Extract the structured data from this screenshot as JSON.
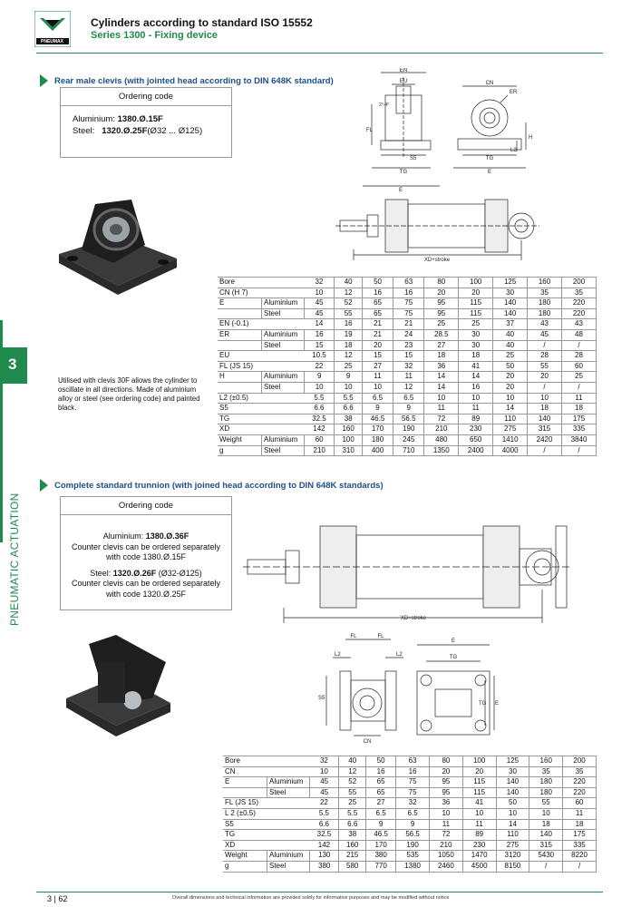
{
  "header": {
    "title": "Cylinders according to standard ISO 15552",
    "subtitle": "Series 1300 - Fixing device",
    "logo_text": "PNEUMAX"
  },
  "sidebar": {
    "chapter": "3",
    "label": "PNEUMATIC ACTUATION"
  },
  "section1": {
    "title": "Rear male clevis (with jointed head according to DIN 648K standard)",
    "ordering_label": "Ordering code",
    "alu_label": "Aluminium:",
    "alu_code": "1380.Ø.15F",
    "steel_label": "Steel:",
    "steel_code": "1320.Ø.25F",
    "steel_range": "(Ø32 ... Ø125)",
    "note": "Utilised with clevis 30F allows the cylinder to oscillate in all directions. Made of aluminium alloy or steel (see ordering code) and painted black.",
    "drawing_labels": {
      "en": "EN",
      "eu": "EU",
      "cn": "CN",
      "er": "ER",
      "fl": "FL",
      "h": "H",
      "l2": "L2",
      "s5": "S5",
      "tg": "TG",
      "e": "E",
      "xd": "XD+stroke",
      "angle": "2°-4°"
    },
    "table": [
      {
        "label": "Bore",
        "sub": "",
        "values": [
          "32",
          "40",
          "50",
          "63",
          "80",
          "100",
          "125",
          "160",
          "200"
        ]
      },
      {
        "label": "CN (H 7)",
        "sub": "",
        "values": [
          "10",
          "12",
          "16",
          "16",
          "20",
          "20",
          "30",
          "35",
          "35"
        ]
      },
      {
        "label": "E",
        "sub": "Aluminium",
        "values": [
          "45",
          "52",
          "65",
          "75",
          "95",
          "115",
          "140",
          "180",
          "220"
        ]
      },
      {
        "label": "",
        "sub": "Steel",
        "values": [
          "45",
          "55",
          "65",
          "75",
          "95",
          "115",
          "140",
          "180",
          "220"
        ]
      },
      {
        "label": "EN (-0.1)",
        "sub": "",
        "values": [
          "14",
          "16",
          "21",
          "21",
          "25",
          "25",
          "37",
          "43",
          "43"
        ]
      },
      {
        "label": "ER",
        "sub": "Aluminium",
        "values": [
          "16",
          "19",
          "21",
          "24",
          "28.5",
          "30",
          "40",
          "45",
          "48"
        ]
      },
      {
        "label": "",
        "sub": "Steel",
        "values": [
          "15",
          "18",
          "20",
          "23",
          "27",
          "30",
          "40",
          "/",
          "/"
        ]
      },
      {
        "label": "EU",
        "sub": "",
        "values": [
          "10.5",
          "12",
          "15",
          "15",
          "18",
          "18",
          "25",
          "28",
          "28"
        ]
      },
      {
        "label": "FL (JS 15)",
        "sub": "",
        "values": [
          "22",
          "25",
          "27",
          "32",
          "36",
          "41",
          "50",
          "55",
          "60"
        ]
      },
      {
        "label": "H",
        "sub": "Aluminium",
        "values": [
          "9",
          "9",
          "11",
          "11",
          "14",
          "14",
          "20",
          "20",
          "25"
        ]
      },
      {
        "label": "",
        "sub": "Steel",
        "values": [
          "10",
          "10",
          "10",
          "12",
          "14",
          "16",
          "20",
          "/",
          "/"
        ]
      },
      {
        "label": "L2 (±0.5)",
        "sub": "",
        "values": [
          "5.5",
          "5.5",
          "6.5",
          "6.5",
          "10",
          "10",
          "10",
          "10",
          "11"
        ]
      },
      {
        "label": "S5",
        "sub": "",
        "values": [
          "6.6",
          "6.6",
          "9",
          "9",
          "11",
          "11",
          "14",
          "18",
          "18"
        ]
      },
      {
        "label": "TG",
        "sub": "",
        "values": [
          "32.5",
          "38",
          "46.5",
          "56.5",
          "72",
          "89",
          "110",
          "140",
          "175"
        ]
      },
      {
        "label": "XD",
        "sub": "",
        "values": [
          "142",
          "160",
          "170",
          "190",
          "210",
          "230",
          "275",
          "315",
          "335"
        ]
      },
      {
        "label": "Weight",
        "sub": "Aluminium",
        "values": [
          "60",
          "100",
          "180",
          "245",
          "480",
          "650",
          "1410",
          "2420",
          "3840"
        ]
      },
      {
        "label": "g",
        "sub": "Steel",
        "values": [
          "210",
          "310",
          "400",
          "710",
          "1350",
          "2400",
          "4000",
          "/",
          "/"
        ]
      }
    ]
  },
  "section2": {
    "title": "Complete standard trunnion (with joined head according to DIN 648K standards)",
    "ordering_label": "Ordering code",
    "alu_label": "Aluminium:",
    "alu_code": "1380.Ø.36F",
    "alu_note": "Counter clevis can be ordered separately with code 1380.Ø.15F",
    "steel_label": "Steel:",
    "steel_code": "1320.Ø.26F",
    "steel_range": "(Ø32-Ø125)",
    "steel_note": "Counter clevis can be ordered separately with code 1320.Ø.25F",
    "drawing_labels": {
      "xd": "XD+stroke",
      "fl": "FL",
      "l2": "L2",
      "s5": "S5",
      "cn": "CN",
      "e": "E",
      "tg": "TG"
    },
    "table": [
      {
        "label": "Bore",
        "sub": "",
        "values": [
          "32",
          "40",
          "50",
          "63",
          "80",
          "100",
          "125",
          "160",
          "200"
        ]
      },
      {
        "label": "CN",
        "sub": "",
        "values": [
          "10",
          "12",
          "16",
          "16",
          "20",
          "20",
          "30",
          "35",
          "35"
        ]
      },
      {
        "label": "E",
        "sub": "Aluminium",
        "values": [
          "45",
          "52",
          "65",
          "75",
          "95",
          "115",
          "140",
          "180",
          "220"
        ]
      },
      {
        "label": "",
        "sub": "Steel",
        "values": [
          "45",
          "55",
          "65",
          "75",
          "95",
          "115",
          "140",
          "180",
          "220"
        ]
      },
      {
        "label": "FL (JS 15)",
        "sub": "",
        "values": [
          "22",
          "25",
          "27",
          "32",
          "36",
          "41",
          "50",
          "55",
          "60"
        ]
      },
      {
        "label": "L 2 (±0.5)",
        "sub": "",
        "values": [
          "5.5",
          "5.5",
          "6.5",
          "6.5",
          "10",
          "10",
          "10",
          "10",
          "11"
        ]
      },
      {
        "label": "S5",
        "sub": "",
        "values": [
          "6.6",
          "6.6",
          "9",
          "9",
          "11",
          "11",
          "14",
          "18",
          "18"
        ]
      },
      {
        "label": "TG",
        "sub": "",
        "values": [
          "32.5",
          "38",
          "46.5",
          "56.5",
          "72",
          "89",
          "110",
          "140",
          "175"
        ]
      },
      {
        "label": "XD",
        "sub": "",
        "values": [
          "142",
          "160",
          "170",
          "190",
          "210",
          "230",
          "275",
          "315",
          "335"
        ]
      },
      {
        "label": "Weight",
        "sub": "Aluminium",
        "values": [
          "130",
          "215",
          "380",
          "535",
          "1050",
          "1470",
          "3120",
          "5430",
          "8220"
        ]
      },
      {
        "label": "g",
        "sub": "Steel",
        "values": [
          "380",
          "580",
          "770",
          "1380",
          "2460",
          "4500",
          "8150",
          "/",
          "/"
        ]
      }
    ]
  },
  "footer": {
    "page": "3 | 62",
    "note": "Overall dimensions and technical information are provided solely for informative purposes and may be modified without notice"
  }
}
